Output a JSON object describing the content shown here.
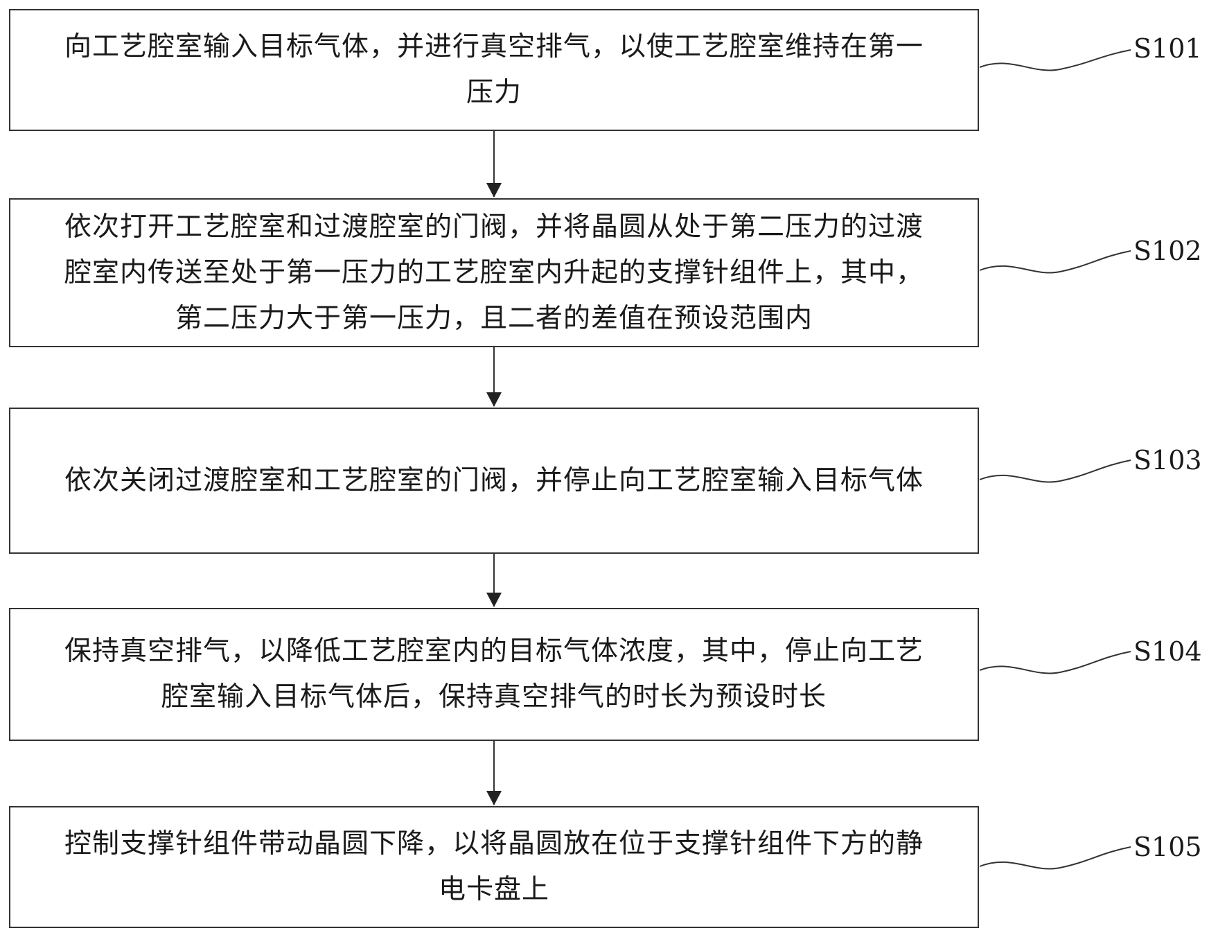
{
  "steps": [
    {
      "id": "S101",
      "label": "S101",
      "lines": [
        "向工艺腔室输入目标气体，并进行真空排气，以使工艺腔室维持在第一",
        "压力"
      ]
    },
    {
      "id": "S102",
      "label": "S102",
      "lines": [
        "依次打开工艺腔室和过渡腔室的门阀，并将晶圆从处于第二压力的过渡",
        "腔室内传送至处于第一压力的工艺腔室内升起的支撑针组件上，其中，",
        "第二压力大于第一压力，且二者的差值在预设范围内"
      ]
    },
    {
      "id": "S103",
      "label": "S103",
      "lines": [
        "依次关闭过渡腔室和工艺腔室的门阀，并停止向工艺腔室输入目标气体"
      ]
    },
    {
      "id": "S104",
      "label": "S104",
      "lines": [
        "保持真空排气，以降低工艺腔室内的目标气体浓度，其中，停止向工艺",
        "腔室输入目标气体后，保持真空排气的时长为预设时长"
      ]
    },
    {
      "id": "S105",
      "label": "S105",
      "lines": [
        "控制支撑针组件带动晶圆下降，以将晶圆放在位于支撑针组件下方的静",
        "电卡盘上"
      ]
    }
  ],
  "colors": {
    "line": "#333333",
    "text": "#1a1a1a",
    "background": "#ffffff"
  }
}
